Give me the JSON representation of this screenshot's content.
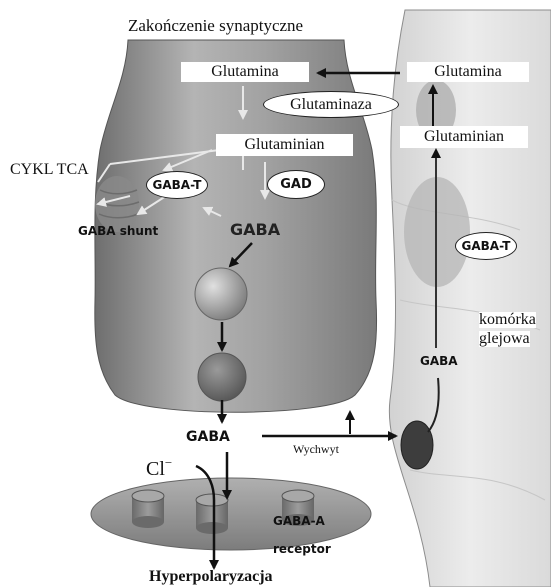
{
  "labels": {
    "terminal_title": "Zakończenie synaptyczne",
    "glutamine_neuron": "Glutamina",
    "glutamine_glia": "Glutamina",
    "glutaminase": "Glutaminaza",
    "glutamate_neuron": "Glutaminian",
    "glutamate_glia": "Glutaminian",
    "tca_cycle": "CYKL TCA",
    "gaba_t_neuron": "GABA-T",
    "gad": "GAD",
    "gaba_shunt": "GABA shunt",
    "gaba_vesicle": "GABA",
    "gaba_t_glia": "GABA-T",
    "glial_cell_line1": "komórka",
    "glial_cell_line2": "glejowa",
    "gaba_glia": "GABA",
    "gaba_cleft": "GABA",
    "reuptake": "Wychwyt",
    "chloride": "Cl",
    "chloride_charge": "−",
    "receptor_line1": "GABA-A",
    "receptor_line2": "receptor",
    "hyperpolarization": "Hyperpolaryzacja"
  },
  "colors": {
    "terminal_body": "#8f8f8f",
    "glia_body": "#e4e4e4",
    "receptor_disc": "#8a8a8a",
    "arrow": "#111111"
  }
}
